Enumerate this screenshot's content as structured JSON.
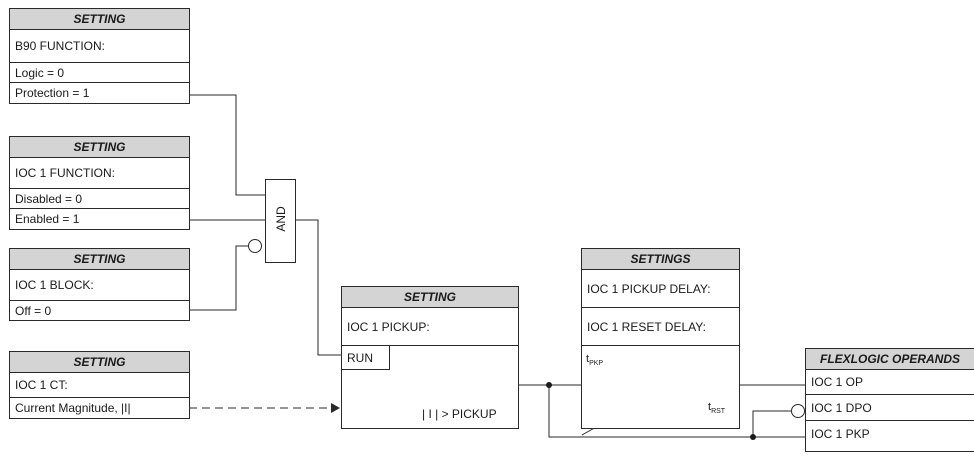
{
  "b90_block": {
    "header": "SETTING",
    "rows": [
      "B90 FUNCTION:",
      "Logic = 0",
      "Protection  = 1"
    ]
  },
  "function_block": {
    "header": "SETTING",
    "rows": [
      "IOC 1 FUNCTION:",
      "Disabled = 0",
      "Enabled  = 1"
    ]
  },
  "block_block": {
    "header": "SETTING",
    "rows": [
      "IOC 1 BLOCK:",
      "Off = 0"
    ]
  },
  "ct_block": {
    "header": "SETTING",
    "rows": [
      "IOC 1 CT:",
      "Current Magnitude, |I|"
    ]
  },
  "and_gate": {
    "label": "AND"
  },
  "pickup_block": {
    "header": "SETTING",
    "setting": "IOC 1 PICKUP:",
    "run": "RUN",
    "condition": "| I | > PICKUP"
  },
  "timer_block": {
    "header": "SETTINGS",
    "rows": [
      "IOC 1 PICKUP DELAY:",
      "IOC 1 RESET DELAY:"
    ],
    "t_pkp": "t",
    "t_pkp_sub": "PKP",
    "t_rst": "t",
    "t_rst_sub": "RST"
  },
  "operands_block": {
    "header": "FLEXLOGIC OPERANDS",
    "rows": [
      "IOC 1 OP",
      "IOC 1 DPO",
      "IOC 1 PKP"
    ]
  }
}
